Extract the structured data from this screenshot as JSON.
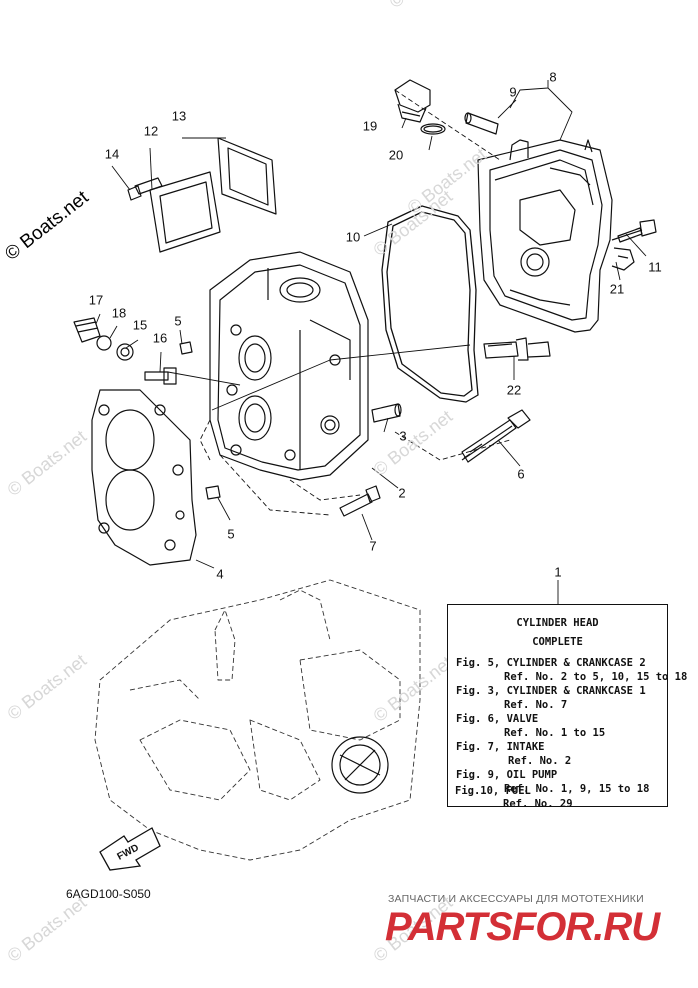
{
  "watermark": {
    "text": "© Boats.net"
  },
  "callouts": {
    "c1": "1",
    "c2": "2",
    "c3": "3",
    "c4": "4",
    "c5a": "5",
    "c5b": "5",
    "c6": "6",
    "c7": "7",
    "c8": "8",
    "c9": "9",
    "c10": "10",
    "c11": "11",
    "c12": "12",
    "c13": "13",
    "c14": "14",
    "c15": "15",
    "c16": "16",
    "c17": "17",
    "c18": "18",
    "c19": "19",
    "c20": "20",
    "c21": "21",
    "c22": "22"
  },
  "info_box": {
    "title_line1": "CYLINDER HEAD",
    "title_line2": "COMPLETE",
    "rows": [
      "Fig. 5, CYLINDER & CRANKCASE 2",
      "Ref. No. 2 to 5, 10, 15 to 18",
      "Fig. 3, CYLINDER & CRANKCASE 1",
      "Ref. No. 7",
      "Fig. 6, VALVE",
      "Ref. No. 1 to 15",
      "Fig. 7, INTAKE",
      "Ref. No. 2",
      "Fig. 9, OIL PUMP",
      "Ref. No. 1, 9, 15 to 18",
      "Fig.10, FUEL",
      "Ref. No. 29"
    ]
  },
  "fwd_label": "FWD",
  "diagram_code": "6AGD100-S050",
  "brand": {
    "subtitle": "ЗАПЧАСТИ И АКСЕССУАРЫ ДЛЯ МОТОТЕХНИКИ",
    "logo": "PARTSFOR.RU"
  }
}
